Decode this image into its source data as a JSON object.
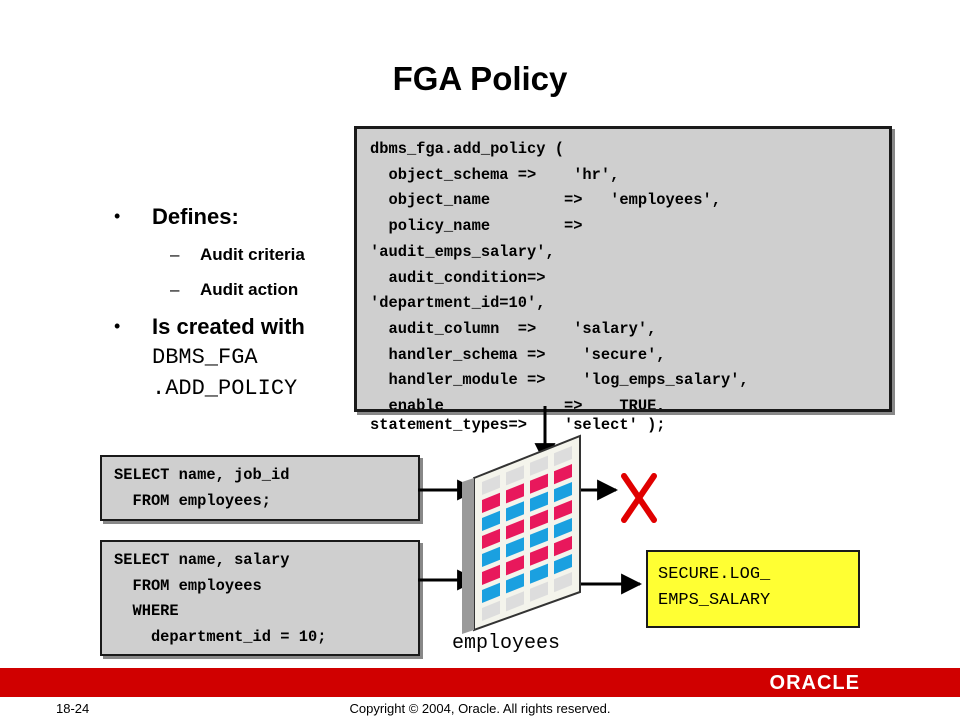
{
  "slide": {
    "title": "FGA Policy"
  },
  "bullets": {
    "defines": "Defines:",
    "audit_criteria": "Audit criteria",
    "audit_action": "Audit action",
    "created_with": "Is created with",
    "api_line1": "DBMS_FGA",
    "api_line2": ".ADD_POLICY"
  },
  "policy_code": "dbms_fga.add_policy (\n  object_schema =>    'hr',\n  object_name        =>   'employees',\n  policy_name        =>\n'audit_emps_salary',\n  audit_condition=>\n'department_id=10',\n  audit_column  =>    'salary',\n  handler_schema =>    'secure',\n  handler_module =>    'log_emps_salary',\n  enable             =>    TRUE,",
  "policy_code_last": "statement_types=>    'select' );",
  "query1": "SELECT name, job_id\n  FROM employees;",
  "query2": "SELECT name, salary\n  FROM employees\n  WHERE\n    department_id = 10;",
  "handler": "SECURE.LOG_\nEMPS_SALARY",
  "table_label": "employees",
  "footer": {
    "slide_number": "18-24",
    "copyright": "Copyright © 2004, Oracle.  All rights reserved.",
    "logo": "ORACLE"
  },
  "colors": {
    "accent_red": "#d00000",
    "handler_yellow": "#ffff33",
    "cell_pink": "#e8185c",
    "cell_blue": "#1aa0e0",
    "box_gray": "#cfcfcf"
  },
  "icons": {
    "deny": "x-mark-icon",
    "table": "table-grid-icon"
  }
}
